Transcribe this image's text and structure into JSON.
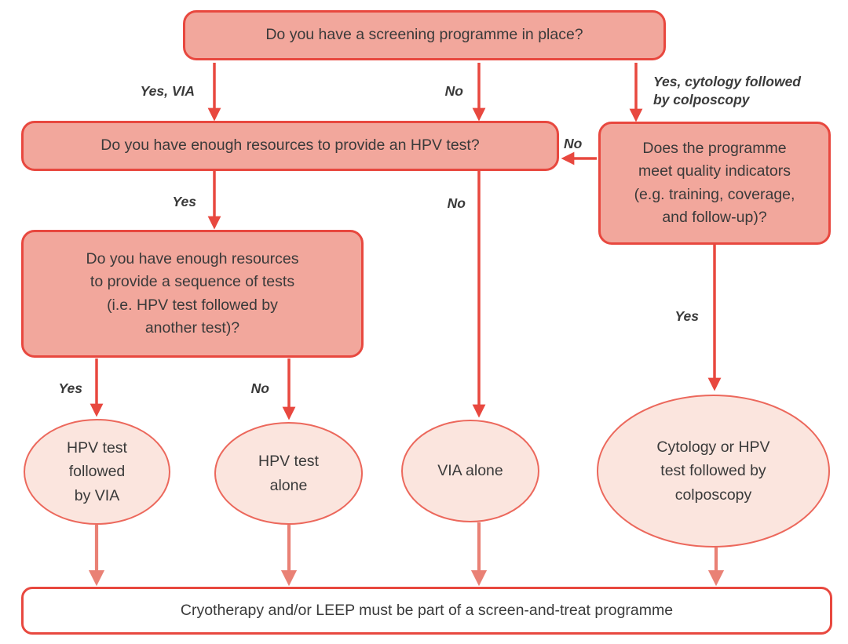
{
  "title": "Cervical cancer screening and treatment decision flowchart",
  "colors": {
    "node_fill": "#f2a79c",
    "node_border": "#e8483f",
    "ellipse_fill": "#fbe5de",
    "ellipse_border": "#ec685c",
    "arrow_strong": "#e8483f",
    "arrow_soft": "#e98175",
    "text": "#3a3a3a"
  },
  "nodes": {
    "screening": "Do you have a screening programme in place?",
    "hpv_resources": "Do you have enough resources to provide an HPV test?",
    "quality": "Does the programme\nmeet quality indicators\n(e.g. training, coverage,\nand follow-up)?",
    "sequence": "Do you have enough resources\nto provide a sequence of tests\n(i.e. HPV test followed by\nanother test)?",
    "hpv_via": "HPV test\nfollowed\nby VIA",
    "hpv_alone": "HPV test\nalone",
    "via_alone": "VIA alone",
    "cytology": "Cytology or HPV\ntest followed by\ncolposcopy",
    "treatment": "Cryotherapy and/or LEEP must be part of a screen-and-treat programme"
  },
  "edge_labels": {
    "yes_via": "Yes, VIA",
    "no_top_mid": "No",
    "yes_cytology": "Yes, cytology followed\nby colposcopy",
    "yes_hpv": "Yes",
    "no_quality": "No",
    "no_hpv_mid": "No",
    "yes_sequence": "Yes",
    "no_sequence": "No",
    "yes_quality": "Yes"
  }
}
